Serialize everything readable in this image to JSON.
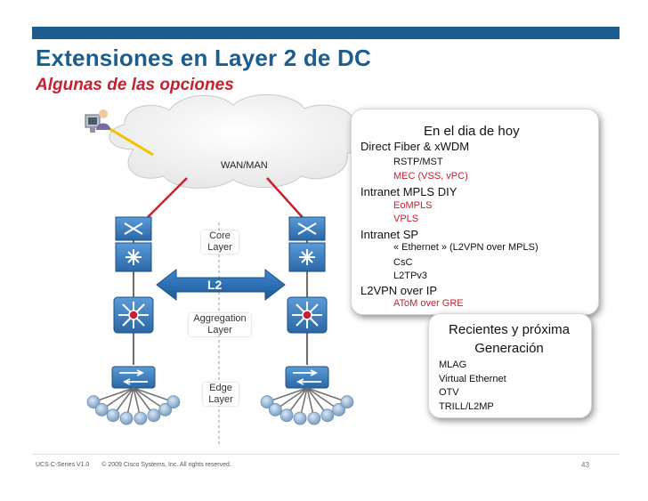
{
  "slide": {
    "title": "Extensiones en Layer 2 de DC",
    "subtitle": "Algunas de las opciones"
  },
  "diagram": {
    "wan_label": "WAN/MAN",
    "l2_label": "L2",
    "core_label": "Core\nLayer",
    "aggregation_label": "Aggregation\nLayer",
    "edge_label": "Edge\nLayer"
  },
  "today_box": {
    "title": "En el dia de hoy",
    "sections": [
      {
        "heading": "Direct Fiber & xWDM",
        "items": [
          {
            "text": "RSTP/MST",
            "highlight": false
          },
          {
            "text": "MEC (VSS, vPC)",
            "highlight": true
          }
        ]
      },
      {
        "heading": "Intranet MPLS DIY",
        "items": [
          {
            "text": "EoMPLS",
            "highlight": true
          },
          {
            "text": "VPLS",
            "highlight": true
          }
        ]
      },
      {
        "heading": "Intranet SP",
        "items": [
          {
            "text": "« Ethernet » (L2VPN over MPLS)",
            "highlight": false
          },
          {
            "text": "CsC",
            "highlight": false
          },
          {
            "text": "L2TPv3",
            "highlight": false
          }
        ]
      },
      {
        "heading": "L2VPN over IP",
        "items": [
          {
            "text": "AToM over GRE",
            "highlight": true
          }
        ]
      }
    ]
  },
  "next_box": {
    "title": "Recientes y próxima Generación",
    "items": [
      {
        "text": "MLAG",
        "highlight": false
      },
      {
        "text": "Virtual Ethernet",
        "highlight": false
      },
      {
        "text": "OTV",
        "highlight": true
      },
      {
        "text": "TRILL/L2MP",
        "highlight": false
      }
    ]
  },
  "footer": {
    "series": "UCS C-Series V1.0",
    "copyright": "© 2009 Cisco Systems, Inc. All rights reserved.",
    "page": "43"
  },
  "colors": {
    "title_blue": "#1c5d8f",
    "accent_red": "#c8202f",
    "device_blue": "#3a7fc4"
  },
  "icons": [
    "user-workstation-icon",
    "wan-cloud-icon",
    "core-switch-icon",
    "aggregation-router-icon",
    "access-switch-icon",
    "server-endpoint-icon"
  ]
}
